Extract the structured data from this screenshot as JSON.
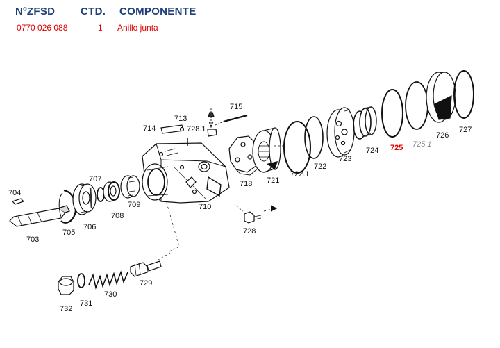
{
  "header": {
    "col_part_no": "NºZFSD",
    "col_qty": "CTD.",
    "col_component": "COMPONENTE"
  },
  "selected_row": {
    "part_no": "0770 026 088",
    "qty": "1",
    "component": "Anillo junta"
  },
  "colors": {
    "header_text": "#1f3f7a",
    "selected_text": "#e00000",
    "line_art": "#111111"
  },
  "callouts": [
    {
      "id": "c703",
      "text": "703"
    },
    {
      "id": "c704",
      "text": "704"
    },
    {
      "id": "c705",
      "text": "705"
    },
    {
      "id": "c706",
      "text": "706"
    },
    {
      "id": "c707",
      "text": "707"
    },
    {
      "id": "c708",
      "text": "708"
    },
    {
      "id": "c709",
      "text": "709"
    },
    {
      "id": "c710",
      "text": "710"
    },
    {
      "id": "c713",
      "text": "713"
    },
    {
      "id": "c714",
      "text": "714"
    },
    {
      "id": "c715",
      "text": "715"
    },
    {
      "id": "c718",
      "text": "718"
    },
    {
      "id": "c721",
      "text": "721"
    },
    {
      "id": "c7221",
      "text": "722.1"
    },
    {
      "id": "c722",
      "text": "722"
    },
    {
      "id": "c723",
      "text": "723"
    },
    {
      "id": "c724",
      "text": "724"
    },
    {
      "id": "c725",
      "text": "725",
      "highlighted": true
    },
    {
      "id": "c7251",
      "text": "725.1"
    },
    {
      "id": "c726",
      "text": "726"
    },
    {
      "id": "c727",
      "text": "727"
    },
    {
      "id": "c728",
      "text": "728"
    },
    {
      "id": "c7281",
      "text": "728.1"
    },
    {
      "id": "c729",
      "text": "729"
    },
    {
      "id": "c730",
      "text": "730"
    },
    {
      "id": "c731",
      "text": "731"
    },
    {
      "id": "c732",
      "text": "732"
    }
  ]
}
